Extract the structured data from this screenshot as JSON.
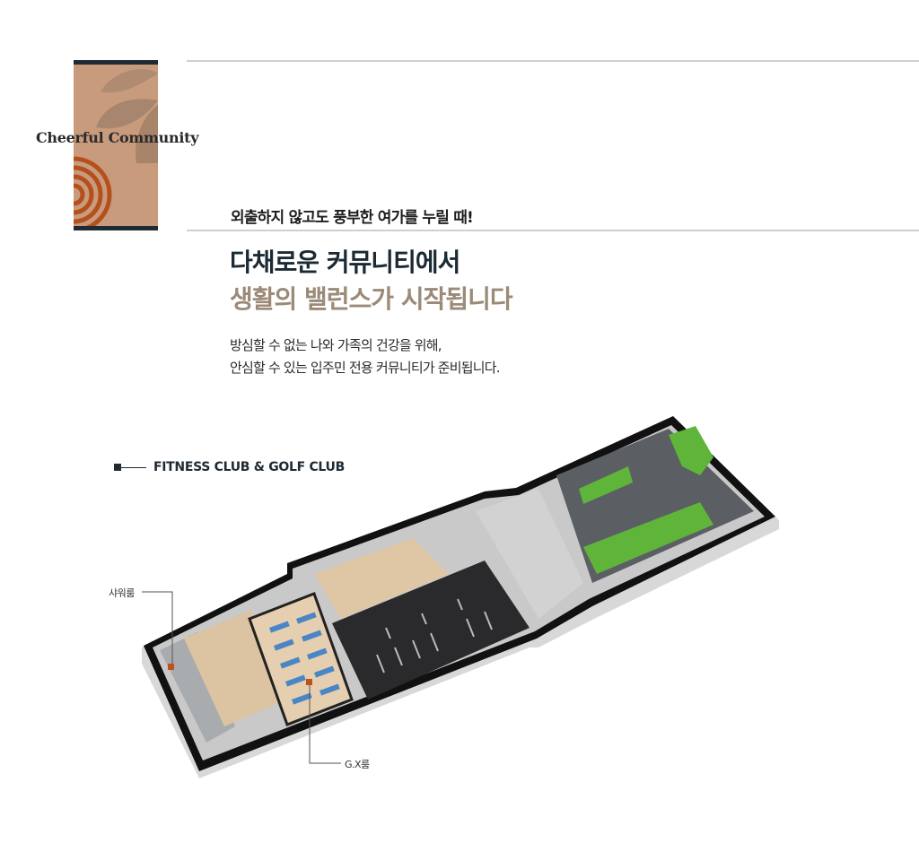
{
  "brand": {
    "title": "Cheerful Community"
  },
  "header": {
    "kicker": "외출하지 않고도 풍부한 여가를 누릴 때!",
    "headline_line1": "다채로운 커뮤니티에서",
    "headline_line2": "생활의 밸런스가 시작됩니다",
    "body_line1": "방심할 수 없는 나와 가족의 건강을 위해,",
    "body_line2": "안심할 수 있는 입주민 전용 커뮤니티가 준비됩니다."
  },
  "section": {
    "title": "FITNESS CLUB & GOLF CLUB"
  },
  "floorplan": {
    "labels": {
      "shower_room": "샤워룸",
      "gx_room": "G.X룸"
    },
    "colors": {
      "accent": "#c0501c",
      "golf_green": "#5fb53a",
      "gym_floor": "#2a2a2c",
      "wood": "#e6cfb0",
      "mat": "#4a86c5"
    }
  }
}
